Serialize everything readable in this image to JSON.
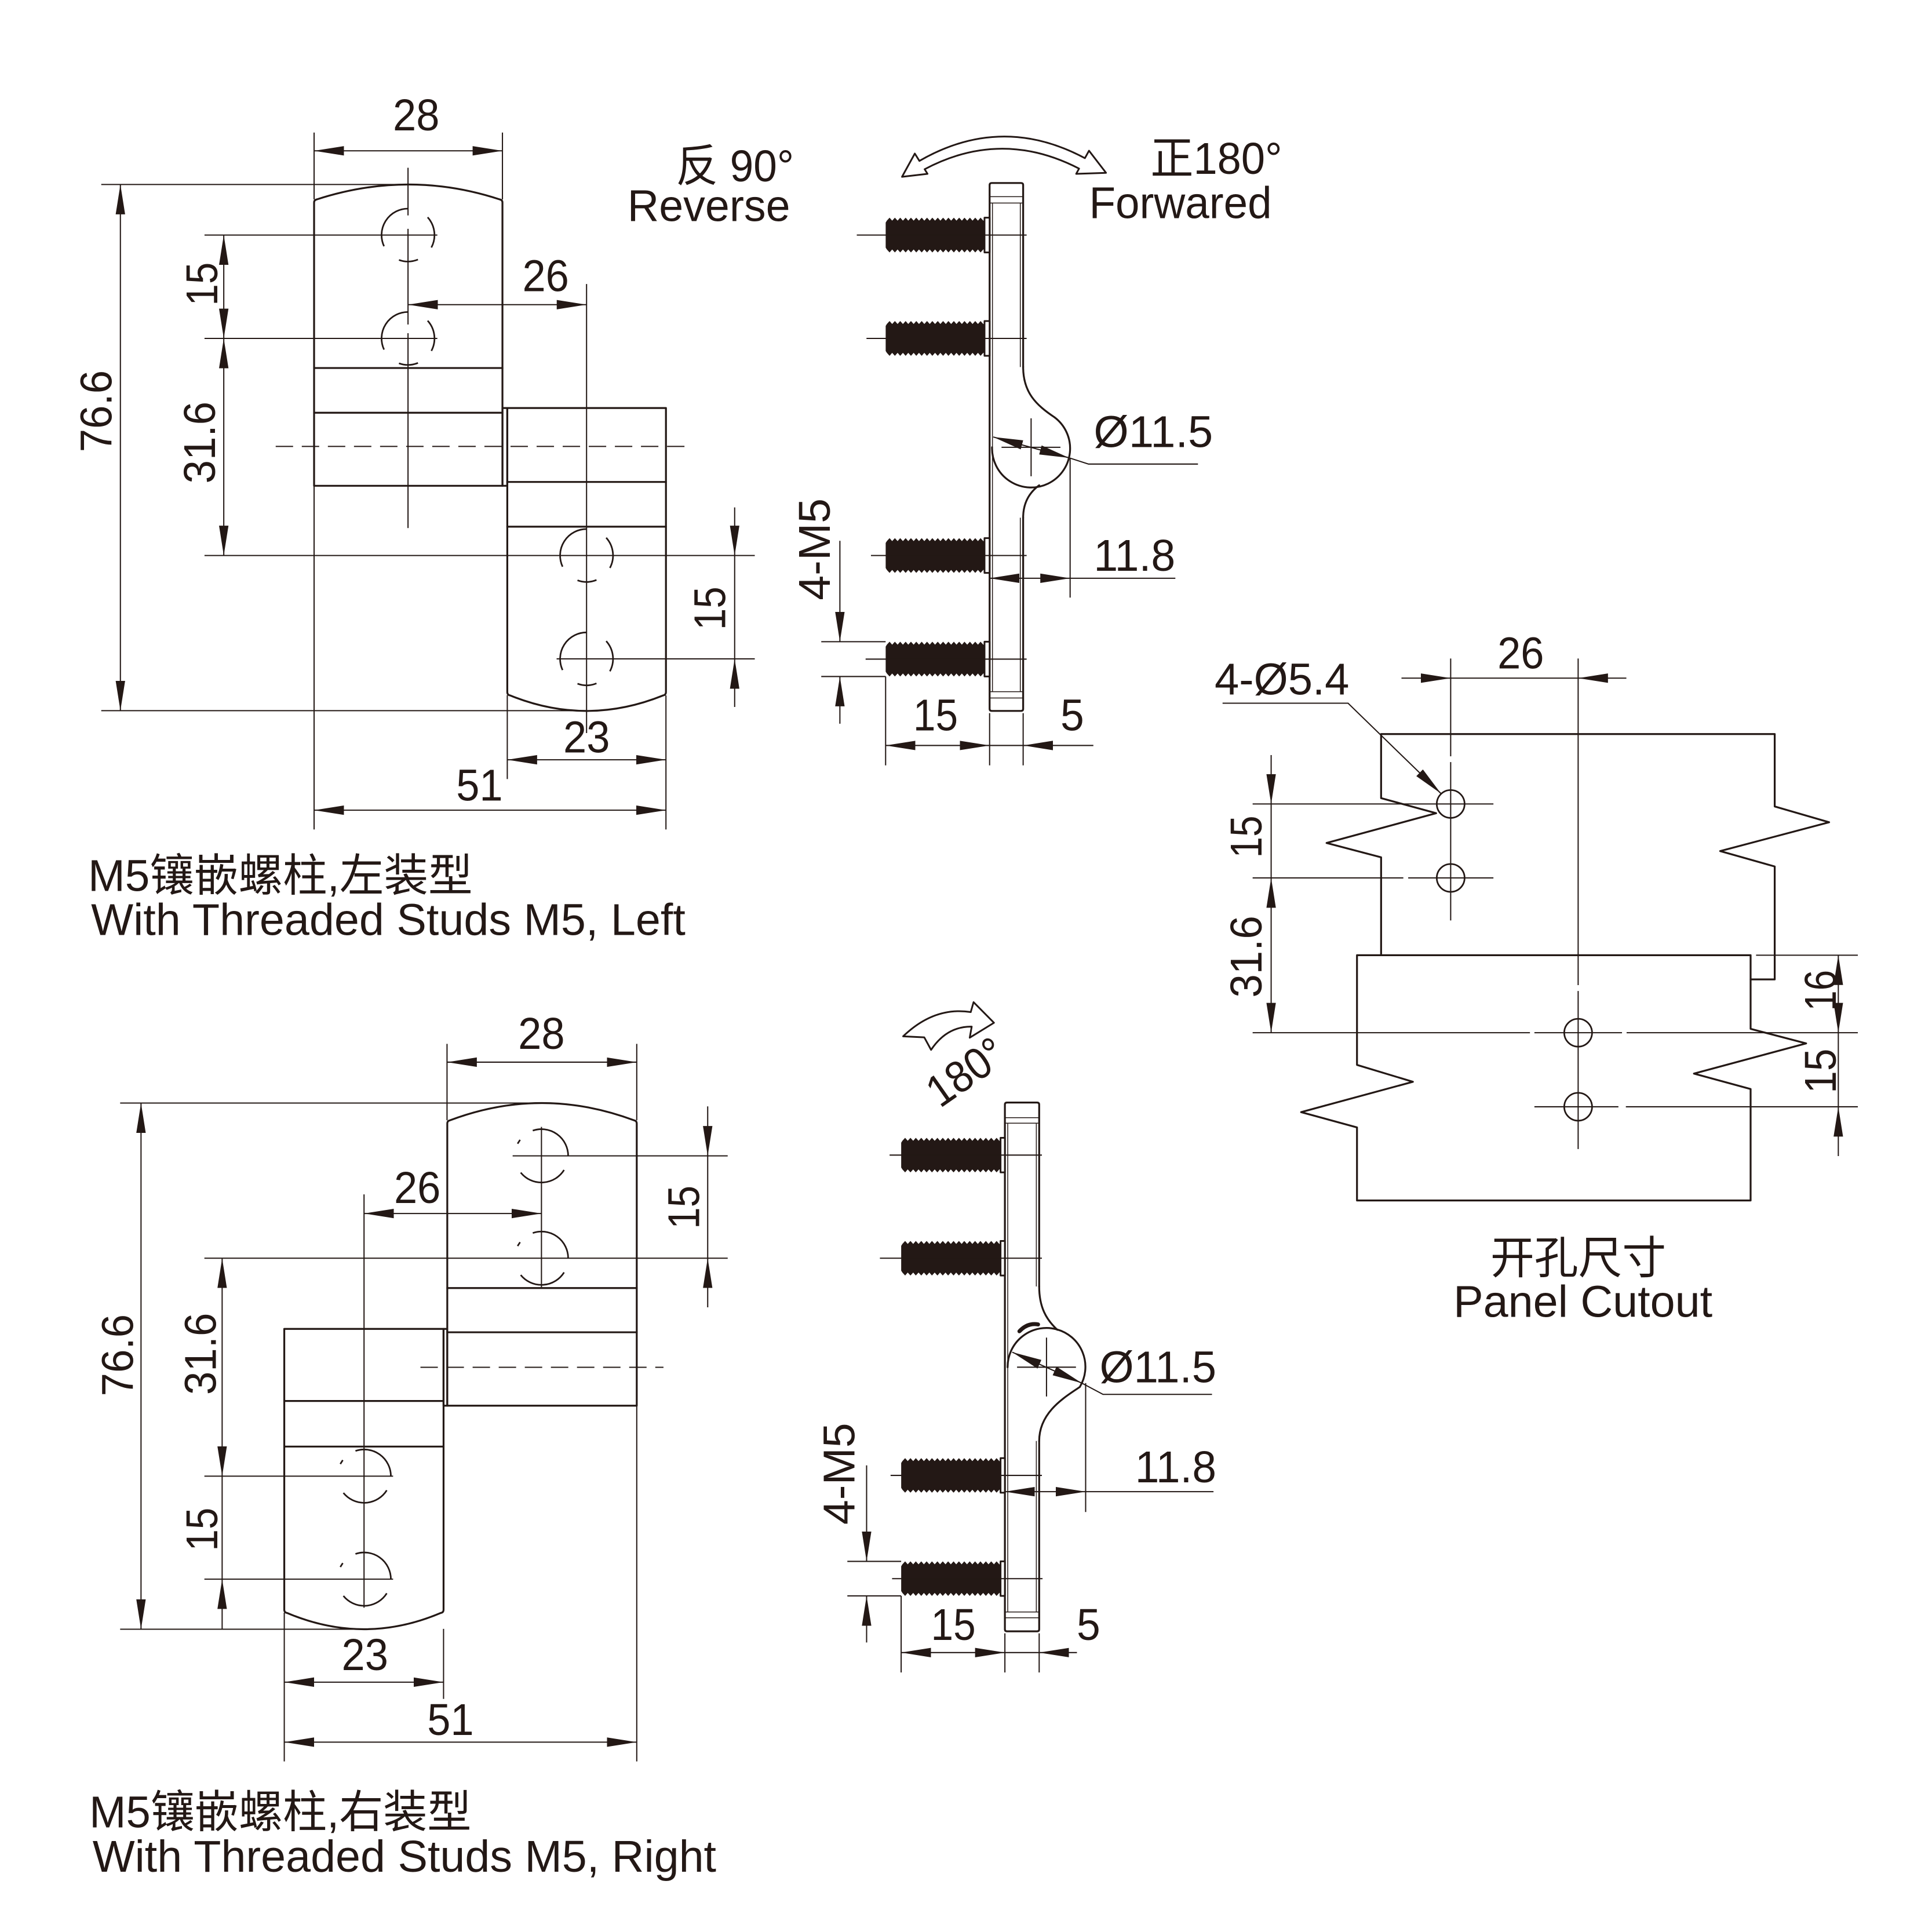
{
  "colors": {
    "ink": "#231815",
    "background": "#ffffff"
  },
  "left_mount": {
    "caption_cn": "M5镶嵌螺柱,左装型",
    "caption_en": "With Threaded Studs M5, Left",
    "front_view": {
      "width_upper_leaf": "28",
      "total_height": "76.6",
      "upper_hole_pitch": "15",
      "hole_offset": "31.6",
      "hole_lateral_spacing": "26",
      "lower_hole_pitch": "15",
      "width_lower_leaf": "23",
      "total_width": "51"
    },
    "side_view": {
      "reverse_cn": "反 90°",
      "reverse_en": "Reverse",
      "forward_cn": "正180°",
      "forward_en": "Forwared",
      "knuckle_diameter": "Ø11.5",
      "knuckle_projection": "11.8",
      "stud_spec": "4-M5",
      "stud_length": "15",
      "plate_thickness": "5"
    }
  },
  "right_mount": {
    "caption_cn": "M5镶嵌螺柱,右装型",
    "caption_en": "With Threaded Studs M5, Right",
    "front_view": {
      "width_upper_leaf": "28",
      "total_height": "76.6",
      "upper_hole_pitch": "15",
      "hole_offset": "31.6",
      "hole_lateral_spacing": "26",
      "lower_hole_pitch": "15",
      "width_lower_leaf": "23",
      "total_width": "51"
    },
    "side_view": {
      "rotation": "180°",
      "knuckle_diameter": "Ø11.5",
      "knuckle_projection": "11.8",
      "stud_spec": "4-M5",
      "stud_length": "15",
      "plate_thickness": "5"
    }
  },
  "panel_cutout": {
    "title_cn": "开孔尺寸",
    "title_en": "Panel Cutout",
    "hole_spec": "4-Ø5.4",
    "hole_lateral_spacing": "26",
    "upper_hole_pitch": "15",
    "hole_offset": "31.6",
    "edge_offset": "16",
    "lower_hole_pitch": "15"
  }
}
